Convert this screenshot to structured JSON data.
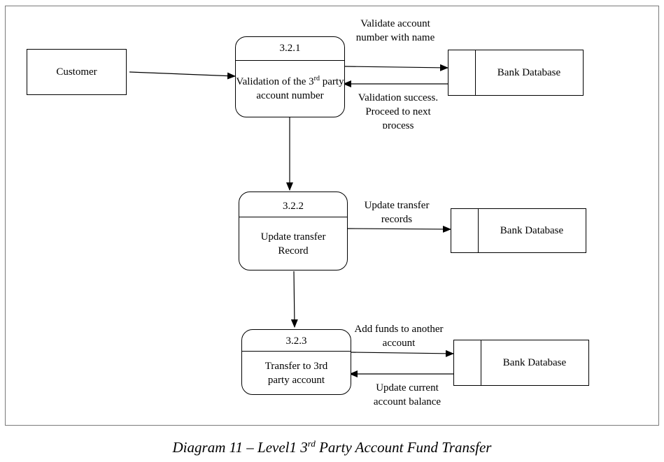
{
  "entity": {
    "customer": "Customer"
  },
  "processes": [
    {
      "id": "3.2.1",
      "name_before": "Validation of the 3",
      "name_sup": "rd",
      "name_after": " party account number"
    },
    {
      "id": "3.2.2",
      "name": "Update transfer Record"
    },
    {
      "id": "3.2.3",
      "name": "Transfer to 3rd party account"
    }
  ],
  "stores": [
    {
      "label": "Bank Database"
    },
    {
      "label": "Bank Database"
    },
    {
      "label": "Bank Database"
    }
  ],
  "flows": {
    "validate_request": "Validate account number with name",
    "validation_success": "Validation success. Proceed to next process",
    "update_records": "Update transfer records",
    "add_funds": "Add funds to another account",
    "update_balance": "Update current account balance"
  },
  "caption": {
    "before": "Diagram 11 – Level1 3",
    "sup": "rd",
    "after": " Party Account Fund Transfer"
  }
}
